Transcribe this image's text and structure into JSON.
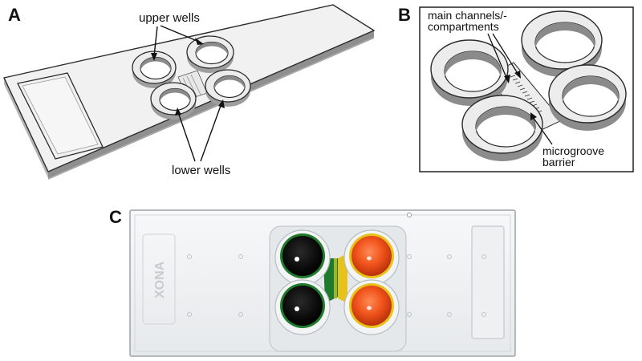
{
  "panels": {
    "a": {
      "letter": "A",
      "upper_label": "upper wells",
      "lower_label": "lower wells"
    },
    "b": {
      "letter": "B",
      "channels_label_line1": "main channels/-",
      "channels_label_line2": "compartments",
      "microgroove_line1": "microgroove",
      "microgroove_line2": "barrier"
    },
    "c": {
      "letter": "C",
      "device_emboss": "XONA"
    }
  },
  "colors": {
    "schematic_fill": "#e9e9e9",
    "schematic_shade": "#9a9a9a",
    "schematic_line": "#2b2b2b",
    "green_dye": "#1f7a2c",
    "orange_dye": "#f0521a",
    "yellow_dye": "#e8c21a"
  }
}
